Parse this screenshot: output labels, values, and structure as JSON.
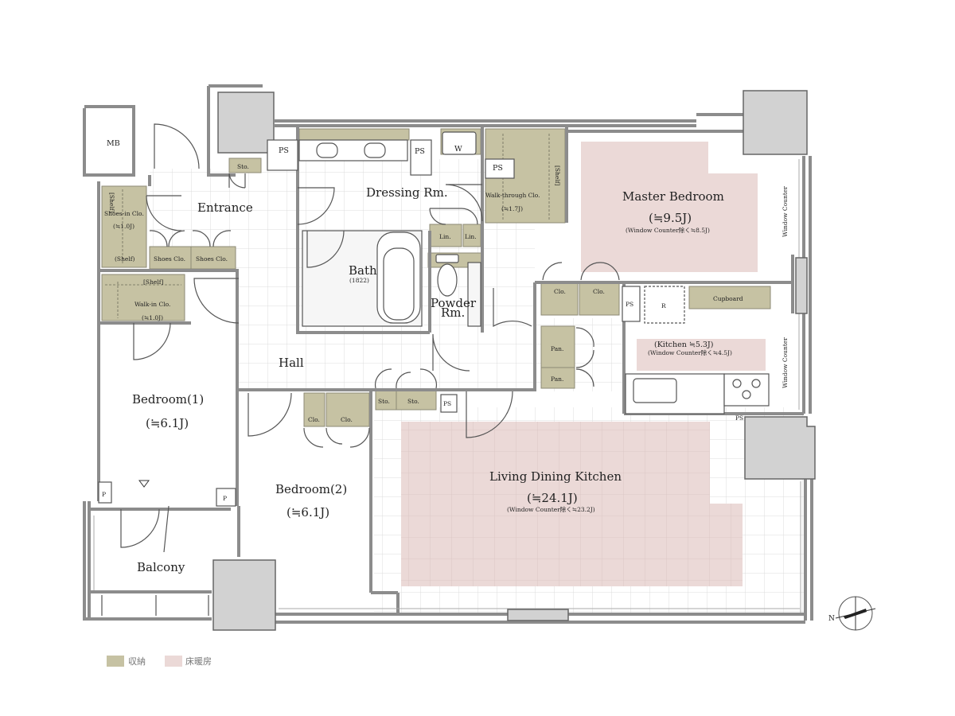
{
  "colors": {
    "storage": "#c6c2a3",
    "floor_heating": "#ebd9d7",
    "wall": "#8c8c8c",
    "column": "#d2d2d2",
    "tile": "#dedede"
  },
  "rooms": {
    "mb": "MB",
    "ps_top": "PS",
    "sto_entrance": "Sto.",
    "entrance": "Entrance",
    "shoes_in_clo": "Shoes-in Clo.",
    "shoes_in_area": "(≒1.0J)",
    "shelf_vertical": "[Shelf]",
    "shelf_a": "(Shelf)",
    "shoes_clo_1": "Shoes Clo.",
    "shoes_clo_2": "Shoes Clo.",
    "shelf_b": "[Shelf]",
    "walkin_clo": "Walk-in Clo.",
    "walkin_area": "(≒1.0J)",
    "dressing": "Dressing Rm.",
    "ps_dressing": "PS",
    "w": "W",
    "ps_walkthrough": "PS",
    "walkthrough_clo": "Walk-through Clo.",
    "walkthrough_area": "(≒1.7J)",
    "shelf_c": "[Shelf]",
    "lin1": "Lin.",
    "lin2": "Lin.",
    "bath": "Bath",
    "bath_size": "(1822)",
    "powder": "Powder",
    "powder_rm": "Rm.",
    "master_bedroom": "Master Bedroom",
    "master_area": "(≒9.5J)",
    "master_counter": "(Window Counter除く≒8.5J)",
    "window_counter_1": "Window Counter",
    "window_counter_2": "Window Counter",
    "clo_m1": "Clo.",
    "clo_m2": "Clo.",
    "ps_kitchen": "PS",
    "r": "R",
    "cupboard": "Cupboard",
    "kitchen": "(Kitchen ≒5.3J)",
    "kitchen_counter": "(Window Counter除く≒4.5J)",
    "pan1": "Pan.",
    "pan2": "Pan.",
    "hall": "Hall",
    "sto_h1": "Sto.",
    "sto_h2": "Sto.",
    "ps_hall": "PS",
    "ps_corner": "PS",
    "bedroom1": "Bedroom(1)",
    "bedroom1_area": "(≒6.1J)",
    "clo_b1": "Clo.",
    "clo_b2": "Clo.",
    "bedroom2": "Bedroom(2)",
    "bedroom2_area": "(≒6.1J)",
    "ldk": "Living Dining Kitchen",
    "ldk_area": "(≒24.1J)",
    "ldk_counter": "(Window Counter除く≒23.2J)",
    "p1": "P",
    "p2": "P",
    "balcony": "Balcony"
  },
  "compass": {
    "label": "N"
  },
  "legend": {
    "storage": "収納",
    "floor_heating": "床暖房"
  }
}
